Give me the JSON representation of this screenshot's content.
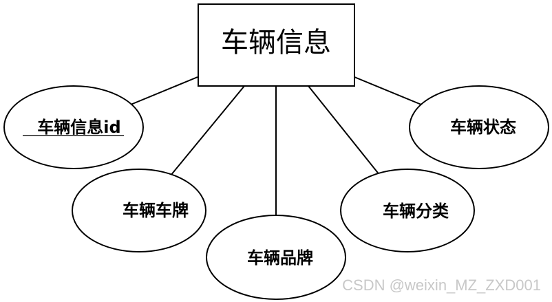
{
  "entity": {
    "label": "车辆信息"
  },
  "attributes": [
    {
      "id": "vehicle-id",
      "label": "车辆信息id",
      "primary_key": true
    },
    {
      "id": "plate",
      "label": "车辆车牌"
    },
    {
      "id": "brand",
      "label": "车辆品牌"
    },
    {
      "id": "category",
      "label": "车辆分类"
    },
    {
      "id": "status",
      "label": "车辆状态"
    }
  ],
  "watermark": "CSDN @weixin_MZ_ZXD001"
}
